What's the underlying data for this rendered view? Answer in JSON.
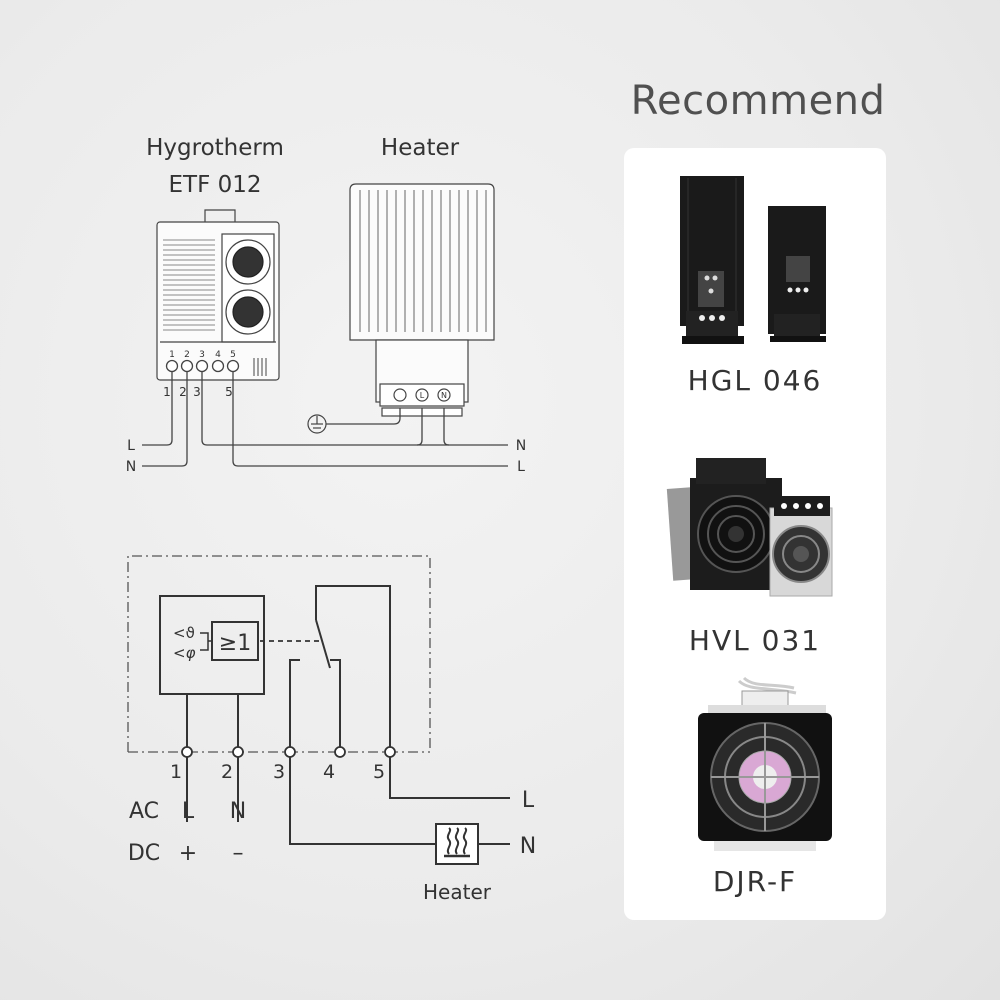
{
  "wiring": {
    "hygrotherm_label_1": "Hygrotherm",
    "hygrotherm_label_2": "ETF 012",
    "heater_label": "Heater",
    "terminal_numbers": [
      "1",
      "2",
      "3",
      "4",
      "5"
    ],
    "line_left_top": "L",
    "line_left_bottom": "N",
    "line_right_top": "N",
    "line_right_bottom": "L",
    "heater_terminals": [
      "L",
      "N"
    ]
  },
  "schematic": {
    "gate_label": "≥1",
    "sensor_temp": "<ϑ",
    "sensor_hum": "<φ",
    "terminals": [
      "1",
      "2",
      "3",
      "4",
      "5"
    ],
    "ac_label": "AC",
    "dc_label": "DC",
    "ac_l": "L",
    "ac_n": "N",
    "dc_plus": "+",
    "dc_minus": "–",
    "out_l": "L",
    "out_n": "N",
    "heater_label": "Heater"
  },
  "recommend": {
    "title": "Recommend",
    "products": [
      {
        "name": "HGL 046",
        "icon": "panel-heater-icon"
      },
      {
        "name": "HVL 031",
        "icon": "fan-heater-icon"
      },
      {
        "name": "DJR-F",
        "icon": "fan-heater-square-icon"
      }
    ]
  }
}
